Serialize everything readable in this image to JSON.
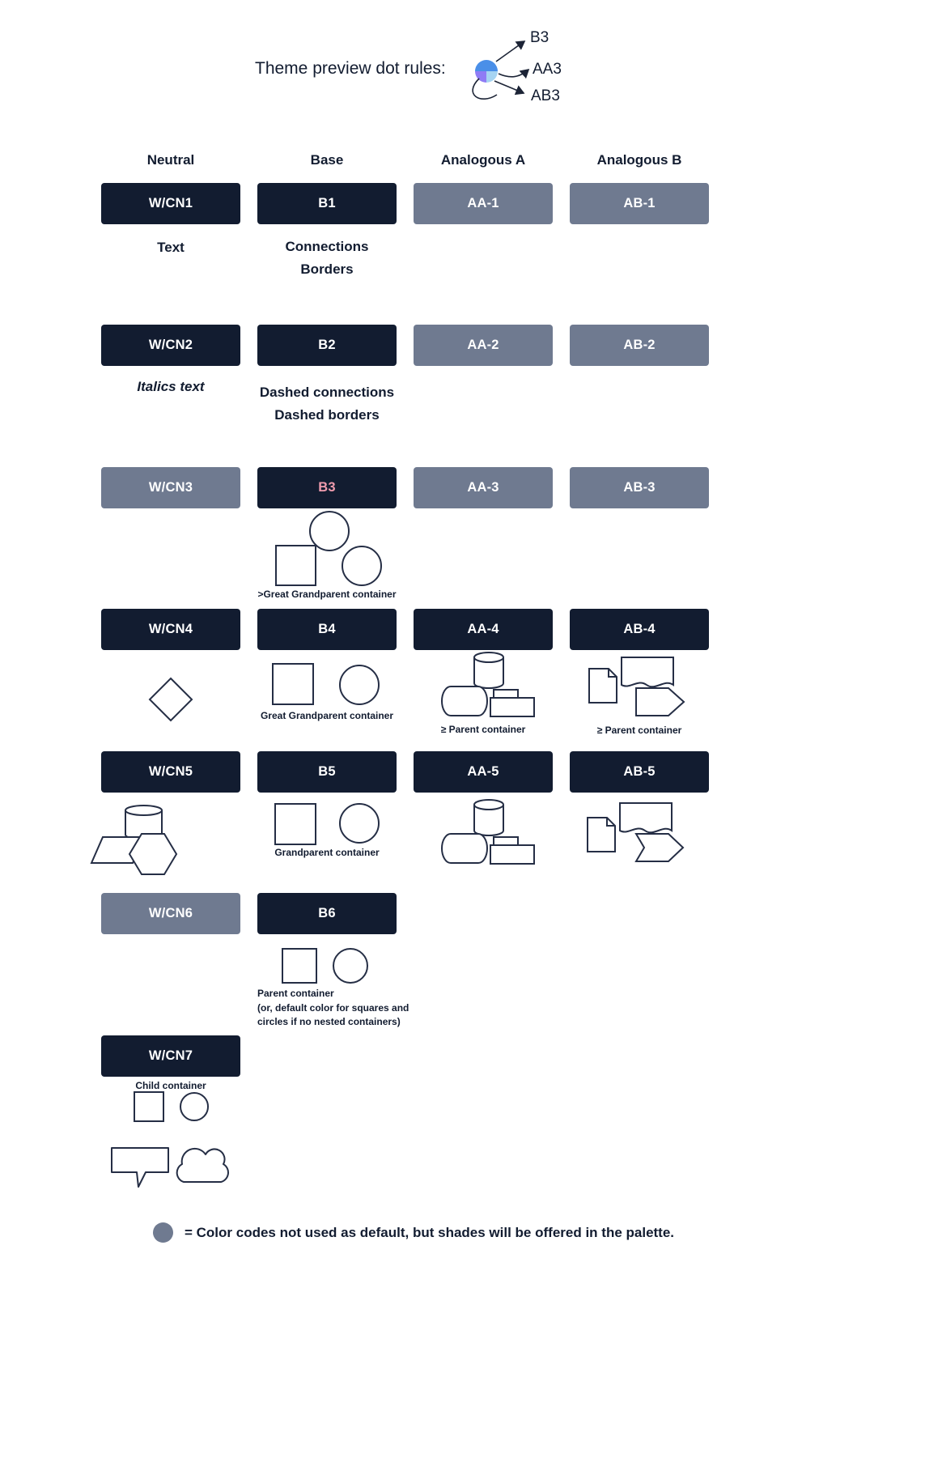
{
  "header": {
    "title": "Theme preview dot rules:",
    "dot_labels": {
      "b3": "B3",
      "aa3": "AA3",
      "ab3": "AB3"
    }
  },
  "columns": {
    "neutral": "Neutral",
    "base": "Base",
    "analogous_a": "Analogous A",
    "analogous_b": "Analogous B"
  },
  "swatches": {
    "wcn1": "W/CN1",
    "wcn2": "W/CN2",
    "wcn3": "W/CN3",
    "wcn4": "W/CN4",
    "wcn5": "W/CN5",
    "wcn6": "W/CN6",
    "wcn7": "W/CN7",
    "b1": "B1",
    "b2": "B2",
    "b3": "B3",
    "b4": "B4",
    "b5": "B5",
    "b6": "B6",
    "aa1": "AA-1",
    "aa2": "AA-2",
    "aa3": "AA-3",
    "aa4": "AA-4",
    "aa5": "AA-5",
    "ab1": "AB-1",
    "ab2": "AB-2",
    "ab3": "AB-3",
    "ab4": "AB-4",
    "ab5": "AB-5"
  },
  "captions": {
    "text": "Text",
    "connections": "Connections",
    "borders": "Borders",
    "italics_text": "Italics text",
    "dashed_connections": "Dashed connections",
    "dashed_borders": "Dashed borders",
    "gt_great_grandparent": ">Great Grandparent container",
    "great_grandparent": "Great Grandparent container",
    "ge_parent_aa": "≥ Parent container",
    "ge_parent_ab": "≥ Parent container",
    "grandparent": "Grandparent container",
    "parent": "Parent container",
    "parent_note_line1": "(or, default color for squares and",
    "parent_note_line2": "circles if no nested containers)",
    "child": "Child container"
  },
  "footer": {
    "legend": "= Color codes not used as default, but shades will be offered in the palette."
  },
  "colors": {
    "dark_navy": "#121c30",
    "slate": "#6f7a90",
    "pink_label": "#f09cae",
    "dot_blue": "#4a8fe8",
    "dot_light_blue": "#a6d4f2",
    "dot_purple": "#8f7cf5"
  },
  "shape_clusters": {
    "b3_row": [
      "circle",
      "square",
      "circle"
    ],
    "wcn4_row": [
      "diamond"
    ],
    "b4_row": [
      "square",
      "circle"
    ],
    "aa4_row": [
      "cylinder",
      "horizontal-cylinder",
      "rectangle",
      "rectangle"
    ],
    "ab4_row": [
      "document",
      "wavy-document",
      "chevron-arrow"
    ],
    "wcn5_row": [
      "cylinder",
      "parallelogram",
      "hexagon"
    ],
    "b5_row": [
      "square",
      "circle"
    ],
    "aa5_row": [
      "cylinder",
      "horizontal-cylinder",
      "rectangle",
      "rectangle"
    ],
    "ab5_row": [
      "document",
      "wavy-document",
      "chevron-arrow"
    ],
    "b6_row": [
      "square",
      "circle"
    ],
    "wcn7_row": [
      "square",
      "circle",
      "speech-bubble",
      "cloud"
    ]
  }
}
